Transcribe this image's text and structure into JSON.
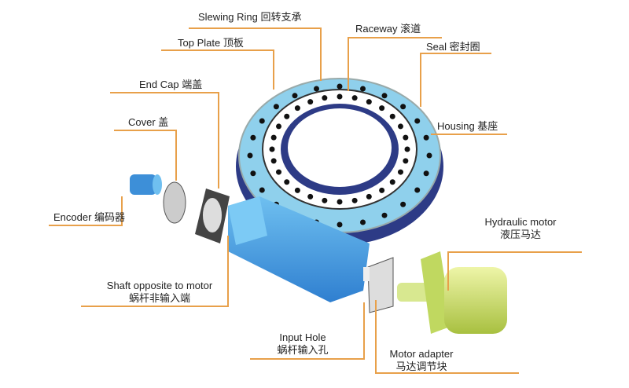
{
  "title": "Slewing drive exploded view",
  "labels": {
    "slewing_ring": "Slewing Ring  回转支承",
    "raceway": "Raceway  滚道",
    "top_plate": "Top Plate  顶板",
    "seal": "Seal  密封圈",
    "end_cap": "End Cap  端盖",
    "cover": "Cover  盖",
    "housing": "Housing  基座",
    "encoder": "Encoder  编码器",
    "shaft_en": "Shaft opposite to motor",
    "shaft_cn": "蜗杆非输入端",
    "input_hole_en": "Input Hole",
    "input_hole_cn": "蜗杆输入孔",
    "motor_adapter_en": "Motor adapter",
    "motor_adapter_cn": "马达调节块",
    "hydraulic_motor_en": "Hydraulic motor",
    "hydraulic_motor_cn": "液压马达"
  },
  "colors": {
    "leader": "#e8a04a",
    "ring": "#8fd0ec",
    "housing": "#4a9ee0",
    "motor": "#cfe27a"
  }
}
